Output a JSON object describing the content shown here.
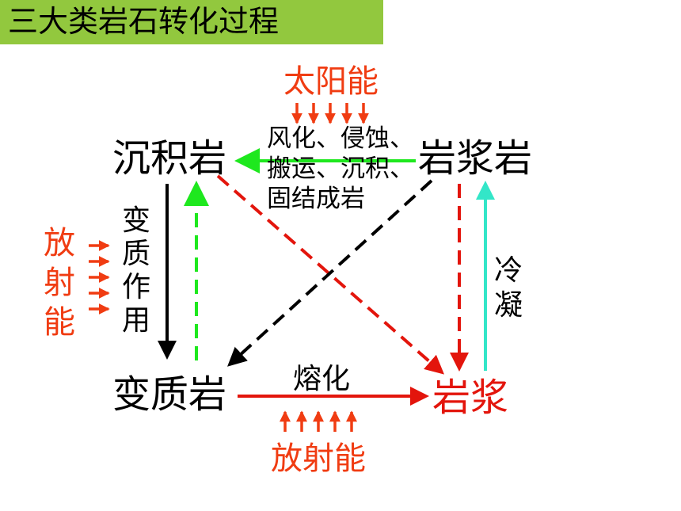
{
  "title": "三大类岩石转化过程",
  "nodes": {
    "sedimentary": "沉积岩",
    "igneous": "岩浆岩",
    "metamorphic": "变质岩",
    "magma": "岩浆"
  },
  "energy": {
    "solar": "太阳能",
    "radiant_left": "放射能",
    "radiant_bottom": "放射能"
  },
  "processes": {
    "weathering_line1": "风化、侵蚀、",
    "weathering_line2": "搬运、沉积、",
    "weathering_line3": "固结成岩",
    "metamorphism": "变质作用",
    "melting": "熔化",
    "cooling": "冷凝"
  },
  "colors": {
    "title_bg": "#92c83e",
    "green": "#1ee81e",
    "red": "#e3150c",
    "orange_red": "#f03c12",
    "black": "#000000",
    "cyan": "#33e6c8"
  }
}
